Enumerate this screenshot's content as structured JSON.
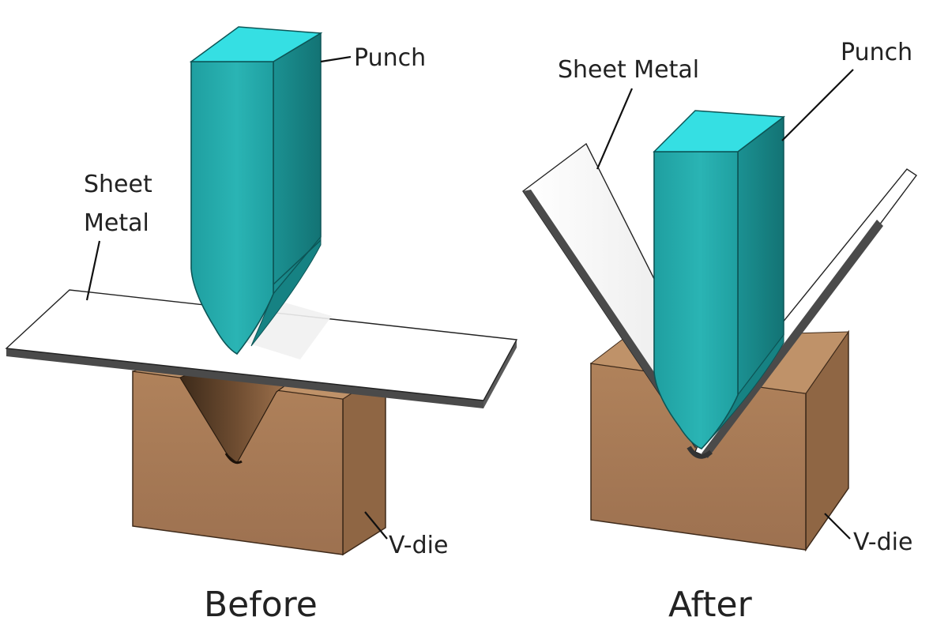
{
  "colors": {
    "punch_front": "#23a9a9",
    "punch_side": "#1a8b8c",
    "punch_top": "#35dfe3",
    "die_front": "#a87a54",
    "die_side": "#8f6644",
    "die_top": "#bf9269",
    "sheet_top": "#ffffff",
    "sheet_edge": "#4a4a4a"
  },
  "before": {
    "caption": "Before",
    "labels": {
      "punch": "Punch",
      "sheet_line1": "Sheet",
      "sheet_line2": "Metal",
      "die": "V-die"
    }
  },
  "after": {
    "caption": "After",
    "labels": {
      "punch": "Punch",
      "sheet": "Sheet Metal",
      "die": "V-die"
    }
  }
}
